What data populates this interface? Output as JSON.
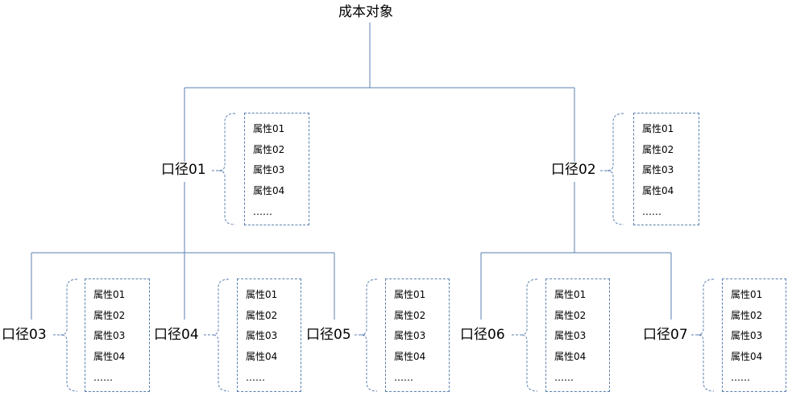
{
  "root": {
    "label": "成本对象"
  },
  "level1": [
    {
      "label": "口径01",
      "attributes": [
        "属性01",
        "属性02",
        "属性03",
        "属性04",
        "……"
      ]
    },
    {
      "label": "口径02",
      "attributes": [
        "属性01",
        "属性02",
        "属性03",
        "属性04",
        "……"
      ]
    }
  ],
  "level2": [
    {
      "label": "口径03",
      "attributes": [
        "属性01",
        "属性02",
        "属性03",
        "属性04",
        "……"
      ]
    },
    {
      "label": "口径04",
      "attributes": [
        "属性01",
        "属性02",
        "属性03",
        "属性04",
        "……"
      ]
    },
    {
      "label": "口径05",
      "attributes": [
        "属性01",
        "属性02",
        "属性03",
        "属性04",
        "……"
      ]
    },
    {
      "label": "口径06",
      "attributes": [
        "属性01",
        "属性02",
        "属性03",
        "属性04",
        "……"
      ]
    },
    {
      "label": "口径07",
      "attributes": [
        "属性01",
        "属性02",
        "属性03",
        "属性04",
        "……"
      ]
    }
  ],
  "colors": {
    "connector": "#5b7fb2",
    "bracket": "#5b7fb2",
    "box_border": "#5b7fb2"
  }
}
